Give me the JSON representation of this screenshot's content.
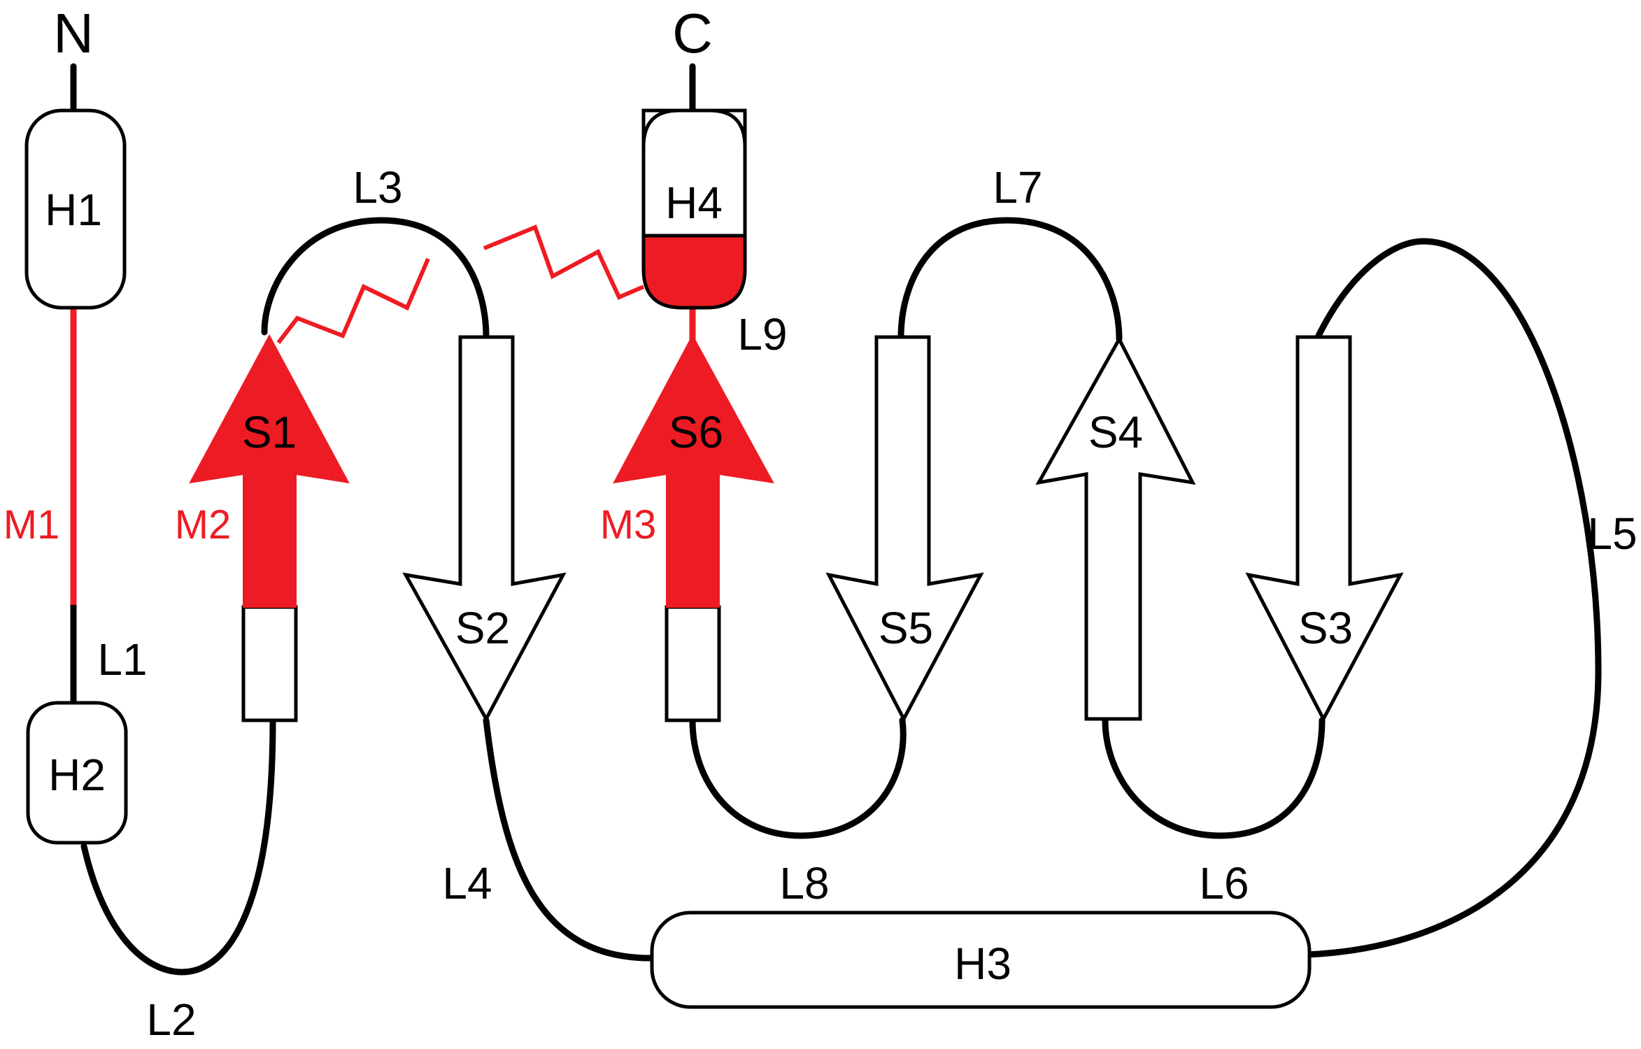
{
  "colors": {
    "stroke": "#000000",
    "highlight": "#ED1C24",
    "fill": "#ffffff"
  },
  "termini": {
    "n": "N",
    "c": "C"
  },
  "helices": {
    "h1": "H1",
    "h2": "H2",
    "h3": "H3",
    "h4": "H4"
  },
  "strands": {
    "s1": "S1",
    "s2": "S2",
    "s3": "S3",
    "s4": "S4",
    "s5": "S5",
    "s6": "S6"
  },
  "loops": {
    "l1": "L1",
    "l2": "L2",
    "l3": "L3",
    "l4": "L4",
    "l5": "L5",
    "l6": "L6",
    "l7": "L7",
    "l8": "L8",
    "l9": "L9"
  },
  "motifs": {
    "m1": "M1",
    "m2": "M2",
    "m3": "M3"
  }
}
